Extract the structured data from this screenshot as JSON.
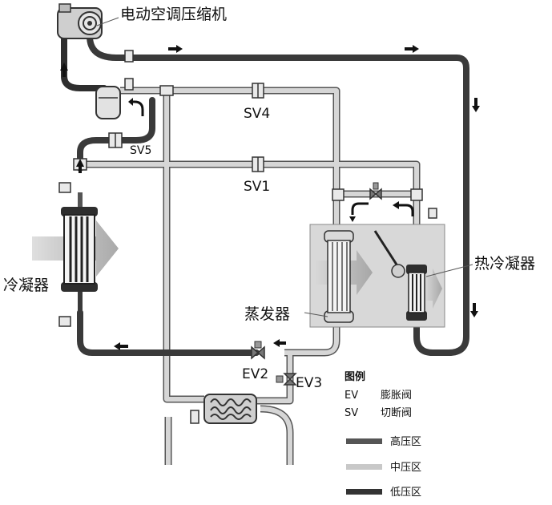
{
  "labels": {
    "compressor": "电动空调压缩机",
    "condenser": "冷凝器",
    "evaporator": "蒸发器",
    "hot_condenser": "热冷凝器",
    "sv4": "SV4",
    "sv1": "SV1",
    "sv5": "SV5",
    "ev2": "EV2",
    "ev3": "EV3"
  },
  "legend": {
    "title": "图例",
    "abbr": [
      {
        "code": "EV",
        "meaning": "膨胀阀"
      },
      {
        "code": "SV",
        "meaning": "切断阀"
      }
    ],
    "zones": [
      {
        "label": "高压区",
        "color": "#555555"
      },
      {
        "label": "中压区",
        "color": "#c8c8c8"
      },
      {
        "label": "低压区",
        "color": "#333333"
      }
    ]
  },
  "colors": {
    "high_pressure": "#444444",
    "mid_pressure": "#cfcfcf",
    "low_pressure": "#2e2e2e"
  }
}
